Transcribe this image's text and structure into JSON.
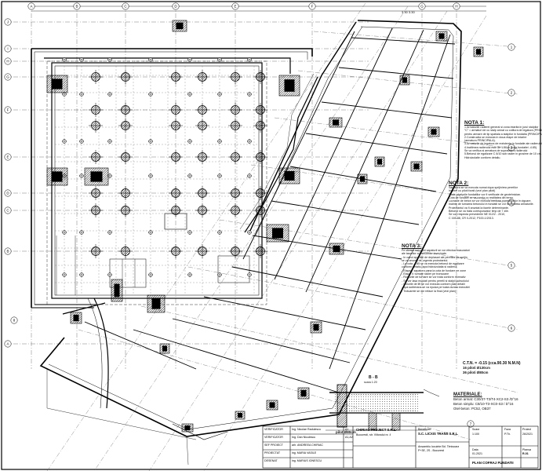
{
  "grid": {
    "cols": [
      "A",
      "B",
      "C",
      "D",
      "E",
      "F",
      "G",
      "H"
    ],
    "rows": [
      "J",
      "I",
      "H",
      "G",
      "F",
      "E",
      "D",
      "C",
      "B",
      "A"
    ],
    "diag_cols": [
      "1",
      "2",
      "3",
      "4",
      "5",
      "6",
      "7",
      "8"
    ],
    "top_chain": "3.30 3.30"
  },
  "notes": {
    "n1": {
      "title": "NOTA 1:",
      "lines": [
        "1.Armaturile radierei general si zona intarita in jurul stalpilor",
        "\"C\" = armaturi de cu stalp armat cu cotitura de legatura (PRINCIPALE)",
        "pentru armare de tip spatiala a stalpilor in fundatia (PRINCIPALE)",
        "2.Constructia se executa in doua etape de intarire",
        "(armatura PRINCIPALA).",
        "3.Armaturile de legatura de rezistenta in fundatie ale radierului",
        "4.Inaltimea radierului este de 1,50 m (cota fundatiei -4.85).",
        "Se va verifica si armatura de suprafata a radierului",
        "5.Betonul de egalizare C 8/10 sub radier in grosime de 10 cm.",
        "Hidroizolatie conform detaliu."
      ]
    },
    "n2": {
      "title": "NOTA 2:",
      "lines": [
        "Sapatura se va executa numai dupa sprijinirea peretilor",
        "incintei cu piloti forati (vezi plan piloti)",
        "Toate nivelurile fundatiilor vor fi verificate de geotehnician.",
        "Cota de fundare se va corela cu realitatea din teren.",
        "Lucrarile de beton se vor executa conform normativelor in vigoare.",
        "Inainte de turnarea betonului in fundatii se vor receptiona armaturile.",
        "Proiectantul va fi anuntat la fazele determinante.",
        "Betonul se va trata corespunzator timp de 7 zile.",
        "Se vor respecta prevederile NE 012/2 - 2010,",
        "C 169-88, CR 0-2012, P100-1/2013."
      ]
    },
    "n3": {
      "title": "NOTA 3:",
      "lines": [
        "Pe durata executiei sapaturii se vor efectua masuratori",
        "ale tasarilor constructiilor invecinate.",
        "- In cazul aparitiei de deplasari ale peretilor de sprijin",
        "se va anunta de urgenta proiectantul.",
        "- La cota -4.85 se va executa betonul de egalizare",
        "conform detaliu, apoi hidroizolatia si radierul.",
        "- Etapa I: sapatura pana la cota de fundare pe zone",
        "- Etapa II: turnare radier pe tronsoane",
        "- Rosturile de turnare se vor trata conform normativ",
        "- Se vor lasa mustati pentru peretii si stalpii subsolului",
        "- Golurile de lift se vor executa conform plan detalii",
        "- Apa subterana se va epuiza pe toata durata executiei",
        "- Trotuarele se vor reface la final (vezi plan)"
      ]
    },
    "elev": {
      "title": "C.T.N. = -0.15 (cca.90.30 N.M.N)",
      "line1": "16 piloti Ø130cm",
      "line2": "36 piloti Ø80cm"
    },
    "materials": {
      "title": "MATERIALE:",
      "lines": [
        "Beton armat: C30/37-T3/T4-XC2-S3 /D°16",
        "Beton simplu: C8/10-T3-XC0-S3 / D°16",
        "Otel-beton: PC52, OB37"
      ]
    }
  },
  "section": {
    "label": "B - B",
    "scale": "scara 1:20",
    "pile_label": "pilot Ø80cm"
  },
  "titleblock": {
    "rows": [
      [
        "VERIFICATOR",
        "Ing. Nicolae Radulescu",
        "A1"
      ],
      [
        "VERIFICATOR",
        "Ing. Dan Niculescu",
        "A1,A2"
      ],
      [
        "SEF PROIECT",
        "arh. ANDREEA CHIRIAC",
        ""
      ],
      [
        "PROIECTAT",
        "ing. MARIA VASILE",
        ""
      ],
      [
        "DESENAT",
        "ing. MARIUS IONESCU",
        ""
      ]
    ],
    "company": "CHIRIAC PROJECT S.R.L.",
    "company_sub": "Bucuresti, str. Viitorului nr. 4",
    "beneficiar_label": "Beneficiar:",
    "beneficiar": "S.C. LICXIS TRANS S.R.L.",
    "project": "Ansamblu locuinte Bd. Timisoara",
    "project2": "P+3E, 2S - Bucuresti",
    "sheet_title": "PLAN COFRAJ FUNDATII",
    "scale_label": "Scara",
    "scale": "1:100",
    "date_label": "Data",
    "date": "01.2021",
    "phase_label": "Faza",
    "phase": "P.Th.",
    "plan_label": "Plansa",
    "plan_no": "R-01",
    "proj_label": "Proiect",
    "proj_no": "26/2021"
  }
}
